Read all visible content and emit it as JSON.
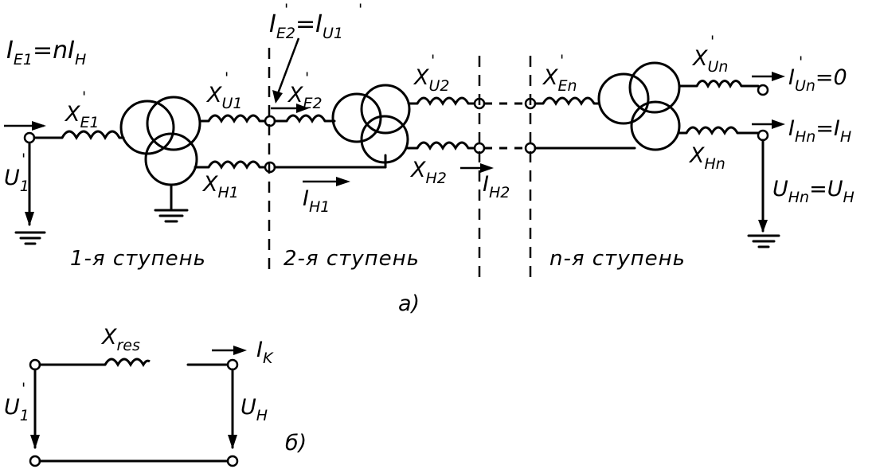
{
  "labels": {
    "ie1_lhs": "I",
    "ie1_lhs_sub": "E1",
    "ie1_rhs": "=nI",
    "ie1_rhs_sub": "H",
    "ie2_lhs": "I",
    "ie2_lhs_sub": "E2",
    "ie2_rhs": "=I",
    "ie2_rhs_sub": "U1",
    "xe1": "X",
    "xe1_sub": "E1",
    "xu1": "X",
    "xu1_sub": "U1",
    "xe2": "X",
    "xe2_sub": "E2",
    "xh1": "X",
    "xh1_sub": "H1",
    "ih1": "I",
    "ih1_sub": "H1",
    "xu2": "X",
    "xu2_sub": "U2",
    "xh2": "X",
    "xh2_sub": "H2",
    "ih2": "I",
    "ih2_sub": "H2",
    "xen": "X",
    "xen_sub": "En",
    "xun": "X",
    "xun_sub": "Un",
    "iun": "I",
    "iun_sub": "Un",
    "iun_rhs": "=0",
    "ihn": "I",
    "ihn_sub": "Hn",
    "ihn_rhs": "=I",
    "ihn_rhs_sub": "H",
    "xhn": "X",
    "xhn_sub": "Hn",
    "uhn": "U",
    "uhn_sub": "Hn",
    "uhn_rhs": "=U",
    "uhn_rhs_sub": "H",
    "u1": "U",
    "u1_sub": "1",
    "stage1": "1-я ступень",
    "stage2": "2-я ступень",
    "stagen": "n-я ступень",
    "fig_a": "a)",
    "xres": "X",
    "xres_sub": "res",
    "ik": "I",
    "ik_sub": "K",
    "u1b": "U",
    "u1b_sub": "1",
    "uh": "U",
    "uh_sub": "H",
    "fig_b": "б)",
    "prime": "'"
  }
}
